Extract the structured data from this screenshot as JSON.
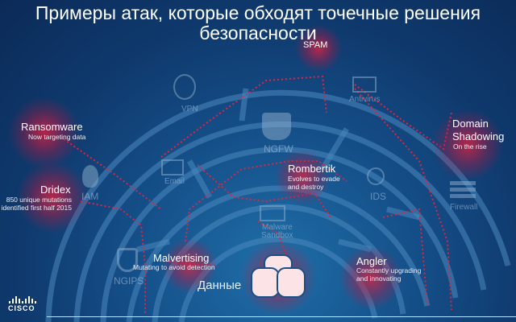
{
  "title": "Примеры атак, которые обходят точечные решения безопасности",
  "center_label": "Данные",
  "controls": {
    "spam": "SPAM",
    "vpn": "VPN",
    "antivirus": "Antivirus",
    "ngfw": "NGFW",
    "email": "Email",
    "iam": "IAM",
    "ids": "IDS",
    "firewall": "Firewall",
    "malware_sandbox_1": "Malware",
    "malware_sandbox_2": "Sandbox",
    "ngips": "NGIPS"
  },
  "attacks": {
    "ransomware": {
      "name": "Ransomware",
      "desc": "Now targeting data"
    },
    "dridex": {
      "name": "Dridex",
      "desc1": "850 unique mutations",
      "desc2": "identified first half 2015"
    },
    "domain_shadowing": {
      "name1": "Domain",
      "name2": "Shadowing",
      "desc": "On the rise"
    },
    "rombertik": {
      "name": "Rombertik",
      "desc1": "Evolves to evade",
      "desc2": "and destroy"
    },
    "malvertising": {
      "name": "Malvertising",
      "desc": "Mutating to avoid detection"
    },
    "angler": {
      "name": "Angler",
      "desc1": "Constantly upgrading",
      "desc2": "and innovating"
    }
  },
  "logo": "CISCO",
  "colors": {
    "accent": "#e8213f",
    "maze": "#3f7fb4"
  }
}
